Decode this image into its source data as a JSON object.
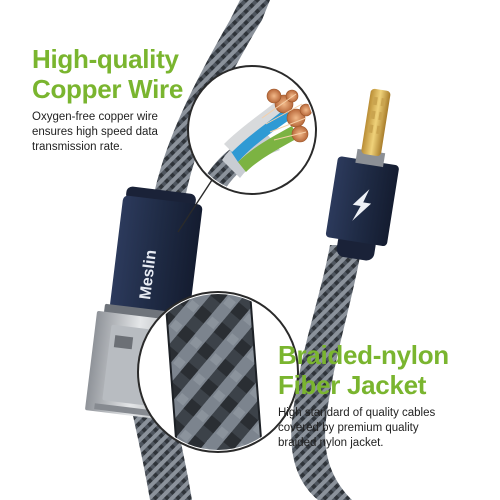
{
  "brand": {
    "logo_text": "Meslin"
  },
  "callouts": [
    {
      "headline_line1": "High-quality",
      "headline_line2": "Copper Wire",
      "desc_line1": "Oxygen-free copper wire",
      "desc_line2": "ensures high speed data",
      "desc_line3": "transmission rate."
    },
    {
      "headline_line1": "Braided-nylon",
      "headline_line2": "Fiber Jacket",
      "desc_line1": "High standard of quality cables",
      "desc_line2": "covered by premium quality",
      "desc_line3": "braided nylon jacket."
    }
  ],
  "colors": {
    "accent_green": "#7ab52f",
    "connector_navy": "#1f2b45",
    "cable_gray": "#5f6670"
  },
  "icons": [
    "lightning-bolt-icon"
  ]
}
